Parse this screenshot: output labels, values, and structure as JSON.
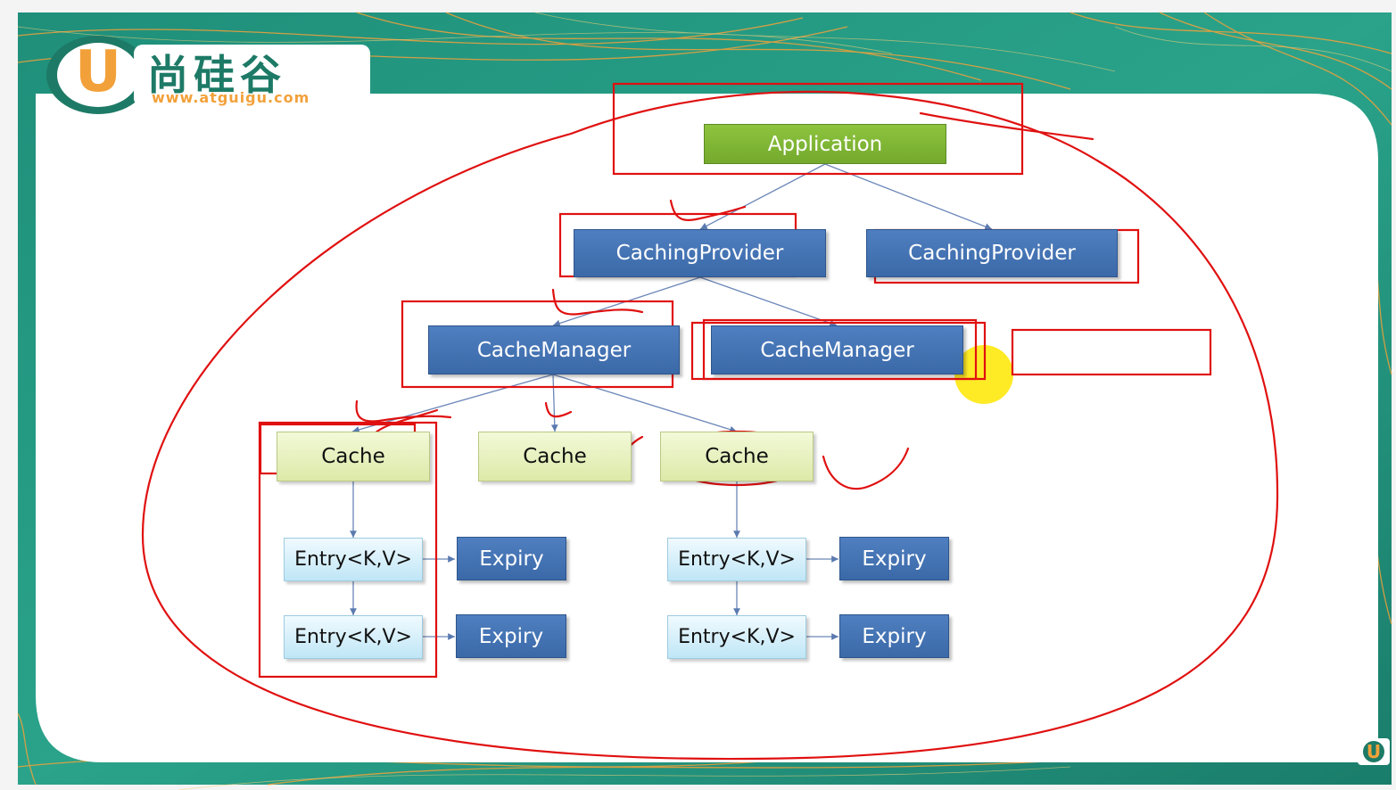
{
  "logo": {
    "letter": "U",
    "brand": "尚硅谷",
    "url": "www.atguigu.com"
  },
  "diagram": {
    "application": "Application",
    "providers": [
      "CachingProvider",
      "CachingProvider"
    ],
    "managers": [
      "CacheManager",
      "CacheManager"
    ],
    "caches": [
      "Cache",
      "Cache",
      "Cache"
    ],
    "entries": [
      "Entry<K,V>",
      "Entry<K,V>",
      "Entry<K,V>",
      "Entry<K,V>"
    ],
    "expiries": [
      "Expiry",
      "Expiry",
      "Expiry",
      "Expiry"
    ]
  },
  "colors": {
    "frame": "#1f8f7a",
    "accent_orange": "#f2a13a",
    "annotation": "#e01010",
    "highlight": "#ffe600"
  },
  "corner_logo": {
    "letter": "U"
  }
}
